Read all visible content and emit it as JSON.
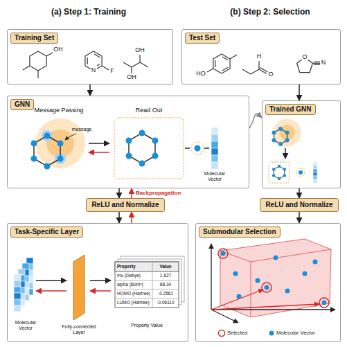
{
  "diagram": {
    "nodes": [
      {
        "text": [
          "Training Set"
        ]
      },
      {
        "text": [
          "Test Set"
        ]
      },
      {
        "text": [
          "GNN"
        ]
      },
      {
        "text": [
          "Trained GNN"
        ]
      },
      {
        "text": [
          "ReLU and Normalize"
        ]
      },
      {
        "text": [
          "ReLU and Normalize"
        ]
      },
      {
        "text": [
          "Task-Specific Layer"
        ]
      },
      {
        "text": [
          "Submodular Selection"
        ]
      }
    ],
    "edges": [
      {
        "from": 0,
        "to": 2,
        "arrow": "to"
      },
      {
        "from": 1,
        "to": 3,
        "arrow": "to"
      },
      {
        "from": 2,
        "to": 3,
        "arrow": "to"
      },
      {
        "from": 2,
        "to": 4,
        "arrow": "to"
      },
      {
        "from": 4,
        "to": 2,
        "label": "Backpropagation",
        "arrow": "to"
      },
      {
        "from": 4,
        "to": 6,
        "arrow": "to"
      },
      {
        "from": 6,
        "to": 4,
        "arrow": "to"
      },
      {
        "from": 3,
        "to": 5,
        "arrow": "to"
      },
      {
        "from": 5,
        "to": 7,
        "arrow": "to"
      }
    ],
    "labels": [
      "(a) Step 1: Training",
      "(b) Step 2: Selection",
      "OH",
      "N",
      "F",
      "OH",
      "OH",
      "HO",
      "H",
      "O",
      "O",
      "N",
      "Message Passing",
      "message",
      "Read Out",
      "Molecular Vector",
      "Molecular Vector",
      "Fully-connected Layer",
      "Property Value",
      "Property",
      "Value",
      "mu (Debye)",
      "1.627",
      "alpha (Bohr³)",
      "88.34",
      "HOMO (Hartree)",
      "-0.2561",
      "LUMO (Hartree)",
      "-0.06110"
    ],
    "legend": [
      {
        "text": "Selected"
      },
      {
        "text": "Molecular Vector"
      }
    ]
  }
}
